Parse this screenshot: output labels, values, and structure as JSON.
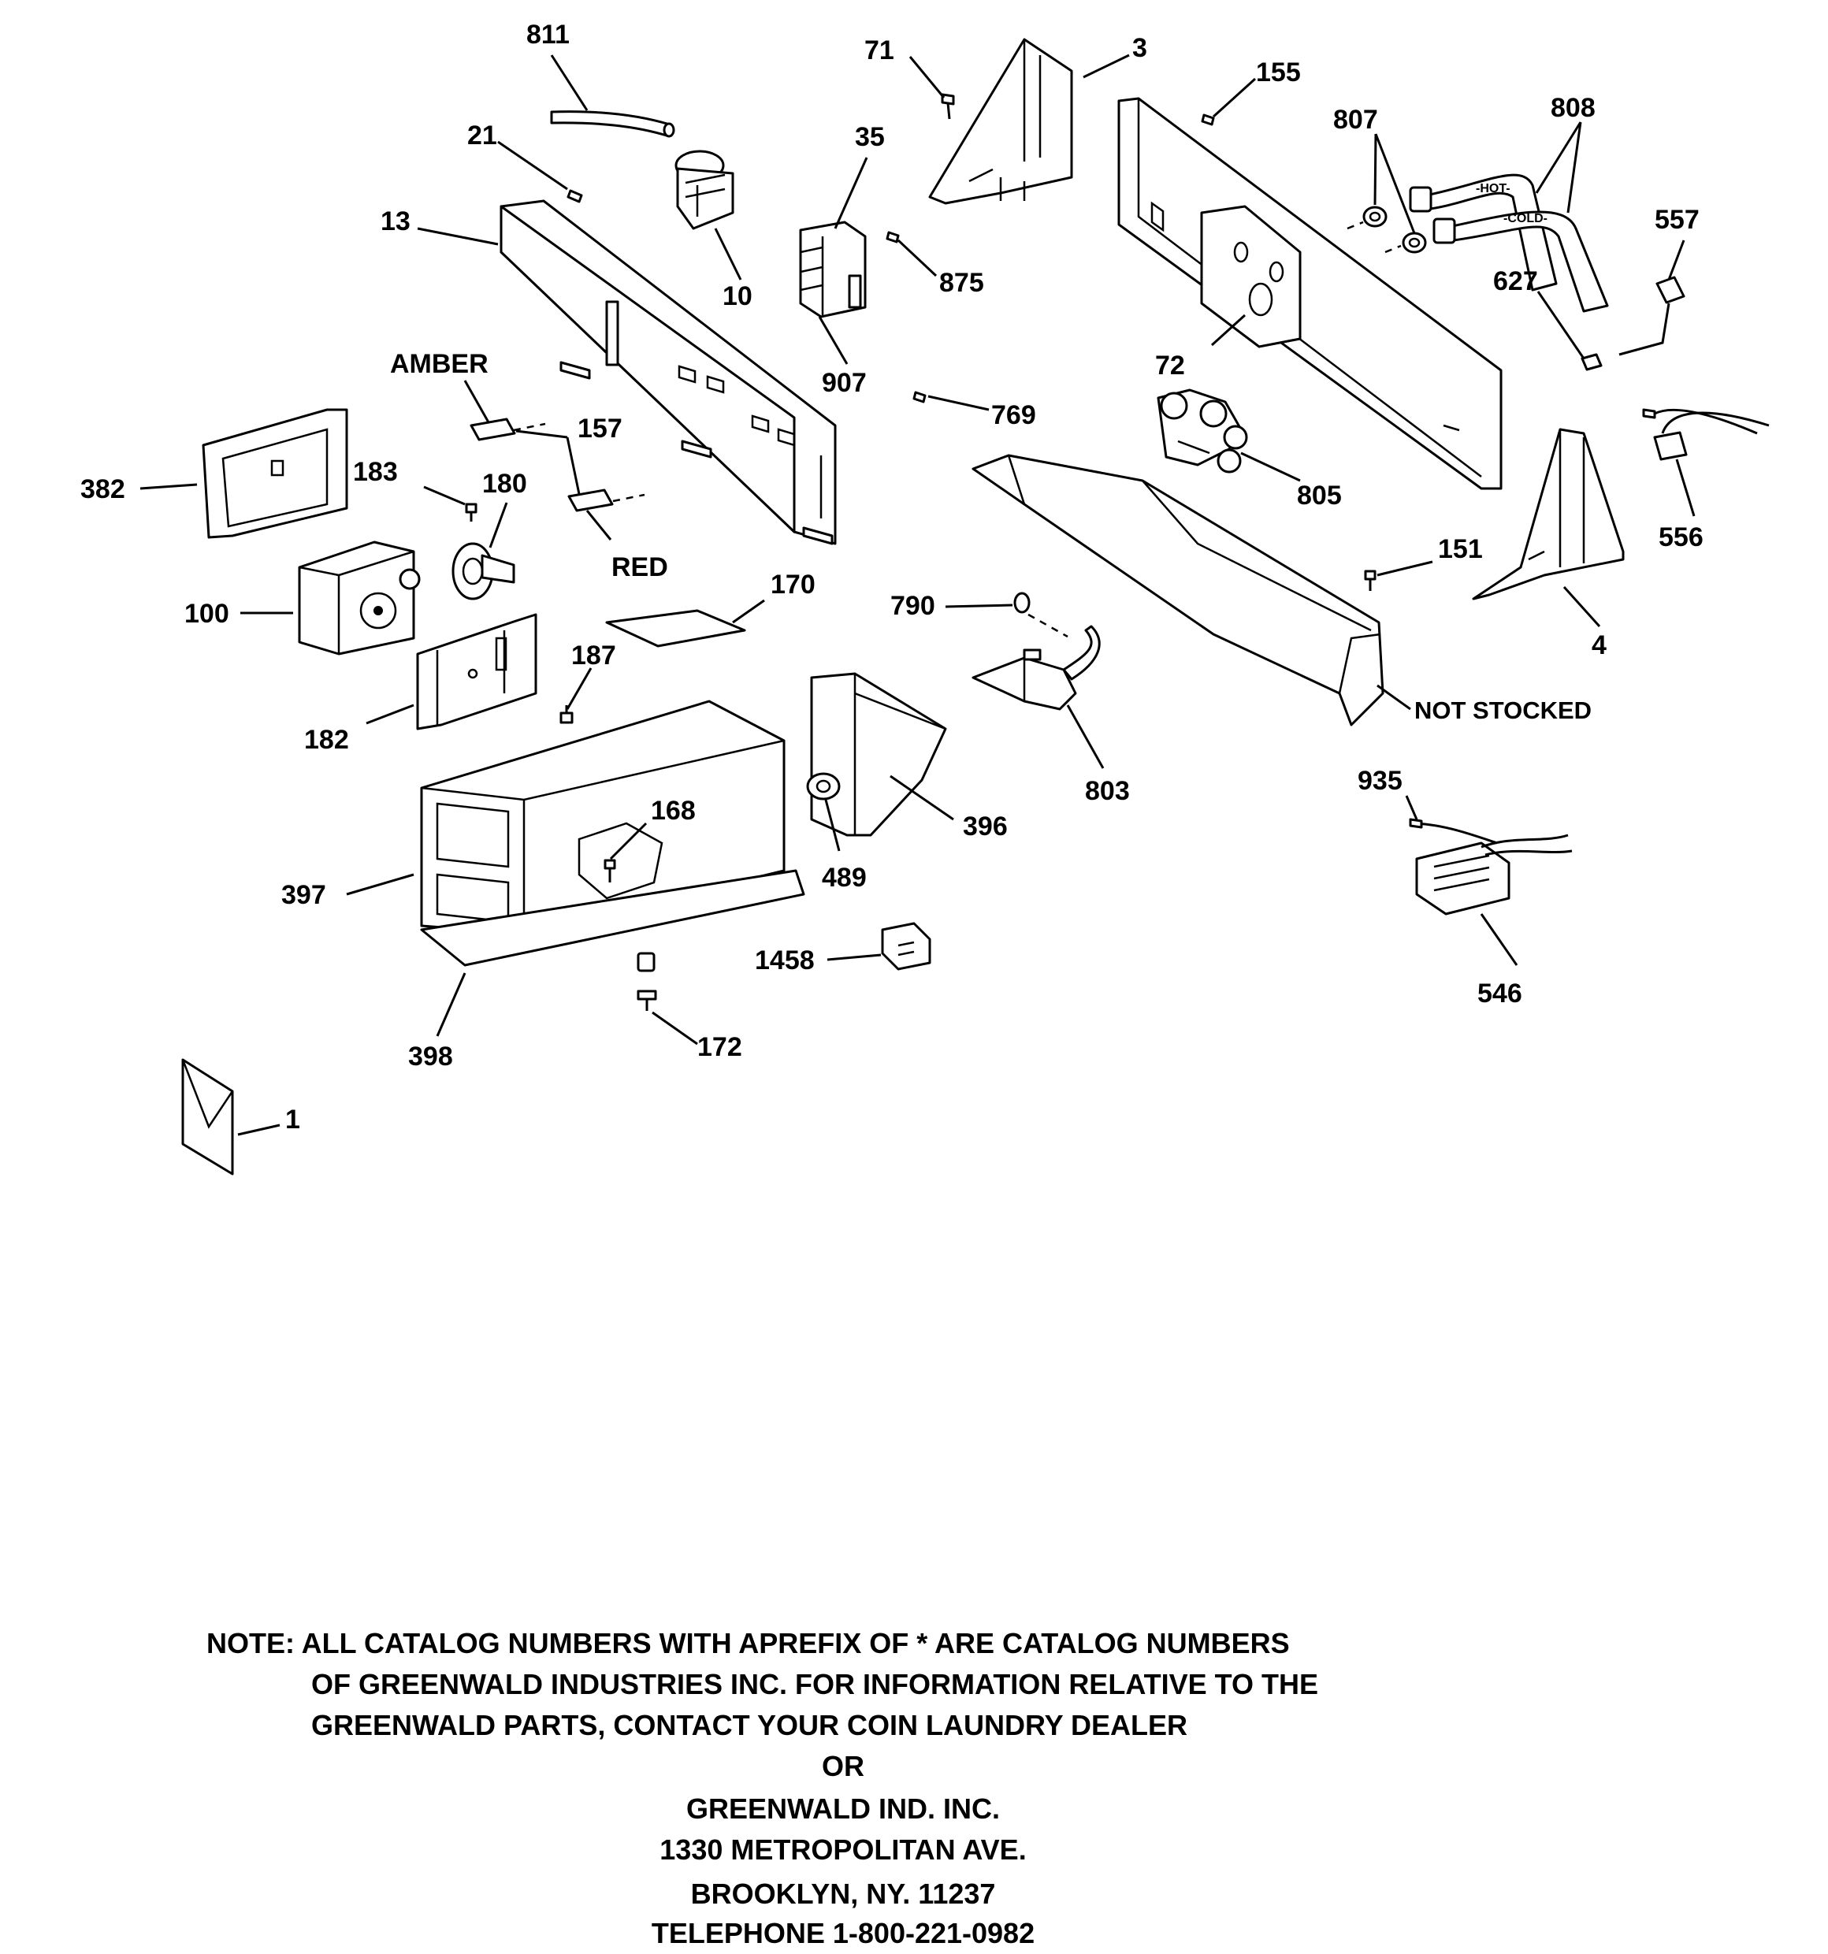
{
  "diagram": {
    "labels": {
      "p811": "811",
      "p21": "21",
      "p13": "13",
      "p10": "10",
      "p35": "35",
      "p875": "875",
      "p907": "907",
      "p71": "71",
      "p3": "3",
      "p155": "155",
      "p807": "807",
      "p808": "808",
      "p557": "557",
      "p627": "627",
      "p72": "72",
      "p769": "769",
      "p805": "805",
      "p556": "556",
      "p151": "151",
      "p4": "4",
      "amber": "AMBER",
      "p157": "157",
      "red": "RED",
      "p382": "382",
      "p183": "183",
      "p180": "180",
      "p100": "100",
      "p170": "170",
      "p790": "790",
      "p187": "187",
      "p182": "182",
      "p168": "168",
      "p489": "489",
      "p396": "396",
      "p803": "803",
      "not_stocked": "NOT STOCKED",
      "p935": "935",
      "p397": "397",
      "p1458": "1458",
      "p546": "546",
      "p398": "398",
      "p172": "172",
      "p1": "1"
    },
    "hose_marks": {
      "hot": "-HOT-",
      "cold": "-COLD-"
    }
  },
  "note": {
    "line1": "NOTE: ALL CATALOG NUMBERS WITH APREFIX OF * ARE CATALOG NUMBERS",
    "line2": "OF GREENWALD INDUSTRIES INC. FOR INFORMATION RELATIVE TO THE",
    "line3": "GREENWALD PARTS, CONTACT YOUR COIN LAUNDRY DEALER",
    "or": "OR",
    "company": "GREENWALD IND. INC.",
    "street": "1330 METROPOLITAN AVE.",
    "city": "BROOKLYN, NY. 11237",
    "phone": "TELEPHONE 1-800-221-0982"
  }
}
